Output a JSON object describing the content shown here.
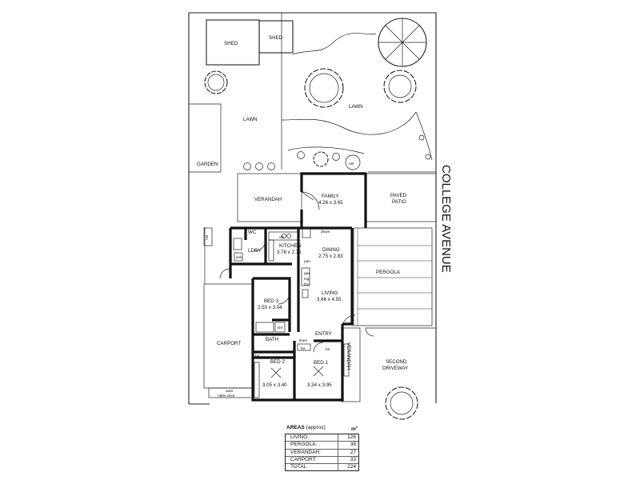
{
  "street": "COLLEGE AVENUE",
  "rooms": {
    "shed_1": "SHED",
    "shed_2": "SHED",
    "lawn_left": "LAWN",
    "lawn_right": "LAWN",
    "garden": "GARDEN",
    "verandah_back": "VERANDAH",
    "family": "FAMILY",
    "family_dim": "4.26 x 3.65",
    "paved_patio_1": "PAVED",
    "paved_patio_2": "PATIO",
    "rwt_1": "rwt",
    "rwt_2": "rwt",
    "wc": "WC",
    "dw": "dw",
    "down": "down",
    "kitchen": "KITCHEN",
    "kitchen_dim": "3.76 x 2.75",
    "ldry": "LDRY",
    "wm": "wm",
    "dining": "DINING",
    "dining_dim": "2.75 x 2.83",
    "pan": "pan",
    "gas_1": "gas",
    "gas_2": "log",
    "gas_3": "fire",
    "pergola": "PERGOLA",
    "living": "LIVING",
    "living_dim": "3.66 x 4.55",
    "bed3": "BED 3",
    "bed3_dim": "2.50 x 3.04",
    "shr": "shr",
    "bath": "BATH",
    "entry": "ENTRY",
    "linen": "linen",
    "bir_1": "bir",
    "bir_2": "bir",
    "bir_3": "bir",
    "verandah_front": "VERANDAH",
    "carport": "CARPORT",
    "bed2": "BED 2",
    "bed2_dim": "3.05 x 3.40",
    "bed1": "BED 1",
    "bed1_dim": "3.34 x 3.95",
    "second_driveway_1": "SECOND",
    "second_driveway_2": "DRIVEWAY",
    "auto_door_1": "auto",
    "auto_door_2": "roller door"
  },
  "areas": {
    "title": "AREAS",
    "title_note": "(approx)",
    "unit": "m",
    "unit_sup": "2",
    "rows": [
      {
        "label": "LIVING:",
        "value": "126"
      },
      {
        "label": "PERGOLA:",
        "value": "38"
      },
      {
        "label": "VERANDAH:",
        "value": "27"
      },
      {
        "label": "CARPORT:",
        "value": "33"
      },
      {
        "label": "TOTAL",
        "value": "224"
      }
    ]
  }
}
